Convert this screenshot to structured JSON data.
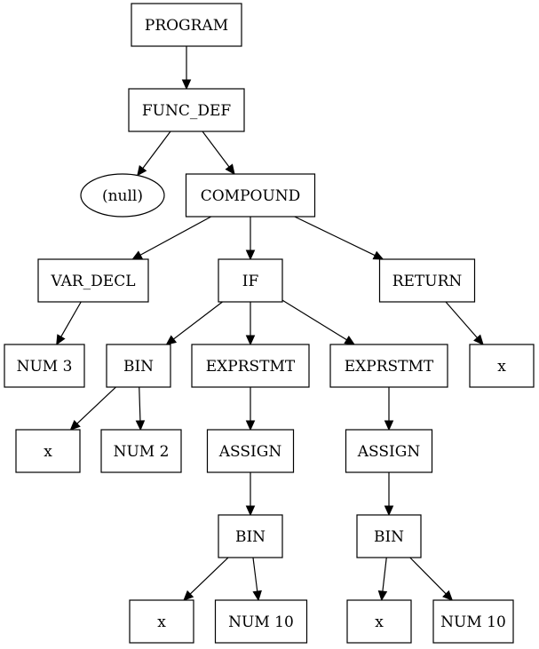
{
  "diagram": {
    "type": "tree",
    "nodes": [
      {
        "id": "program",
        "label": "PROGRAM",
        "shape": "box"
      },
      {
        "id": "func_def",
        "label": "FUNC_DEF",
        "shape": "box"
      },
      {
        "id": "null",
        "label": "(null)",
        "shape": "ellipse"
      },
      {
        "id": "compound",
        "label": "COMPOUND",
        "shape": "box"
      },
      {
        "id": "var_decl",
        "label": "VAR_DECL",
        "shape": "box"
      },
      {
        "id": "if",
        "label": "IF",
        "shape": "box"
      },
      {
        "id": "return",
        "label": "RETURN",
        "shape": "box"
      },
      {
        "id": "num3",
        "label": "NUM 3",
        "shape": "box"
      },
      {
        "id": "bin1",
        "label": "BIN",
        "shape": "box"
      },
      {
        "id": "exprstmt1",
        "label": "EXPRSTMT",
        "shape": "box"
      },
      {
        "id": "exprstmt2",
        "label": "EXPRSTMT",
        "shape": "box"
      },
      {
        "id": "x_ret",
        "label": "x",
        "shape": "box"
      },
      {
        "id": "x1",
        "label": "x",
        "shape": "box"
      },
      {
        "id": "num2",
        "label": "NUM 2",
        "shape": "box"
      },
      {
        "id": "assign1",
        "label": "ASSIGN",
        "shape": "box"
      },
      {
        "id": "assign2",
        "label": "ASSIGN",
        "shape": "box"
      },
      {
        "id": "bin2",
        "label": "BIN",
        "shape": "box"
      },
      {
        "id": "bin3",
        "label": "BIN",
        "shape": "box"
      },
      {
        "id": "x2",
        "label": "x",
        "shape": "box"
      },
      {
        "id": "num10a",
        "label": "NUM 10",
        "shape": "box"
      },
      {
        "id": "x3",
        "label": "x",
        "shape": "box"
      },
      {
        "id": "num10b",
        "label": "NUM 10",
        "shape": "box"
      }
    ],
    "edges": [
      {
        "from": "program",
        "to": "func_def"
      },
      {
        "from": "func_def",
        "to": "null"
      },
      {
        "from": "func_def",
        "to": "compound"
      },
      {
        "from": "compound",
        "to": "var_decl"
      },
      {
        "from": "compound",
        "to": "if"
      },
      {
        "from": "compound",
        "to": "return"
      },
      {
        "from": "var_decl",
        "to": "num3"
      },
      {
        "from": "if",
        "to": "bin1"
      },
      {
        "from": "if",
        "to": "exprstmt1"
      },
      {
        "from": "if",
        "to": "exprstmt2"
      },
      {
        "from": "return",
        "to": "x_ret"
      },
      {
        "from": "bin1",
        "to": "x1"
      },
      {
        "from": "bin1",
        "to": "num2"
      },
      {
        "from": "exprstmt1",
        "to": "assign1"
      },
      {
        "from": "exprstmt2",
        "to": "assign2"
      },
      {
        "from": "assign1",
        "to": "bin2"
      },
      {
        "from": "assign2",
        "to": "bin3"
      },
      {
        "from": "bin2",
        "to": "x2"
      },
      {
        "from": "bin2",
        "to": "num10a"
      },
      {
        "from": "bin3",
        "to": "x3"
      },
      {
        "from": "bin3",
        "to": "num10b"
      }
    ]
  }
}
